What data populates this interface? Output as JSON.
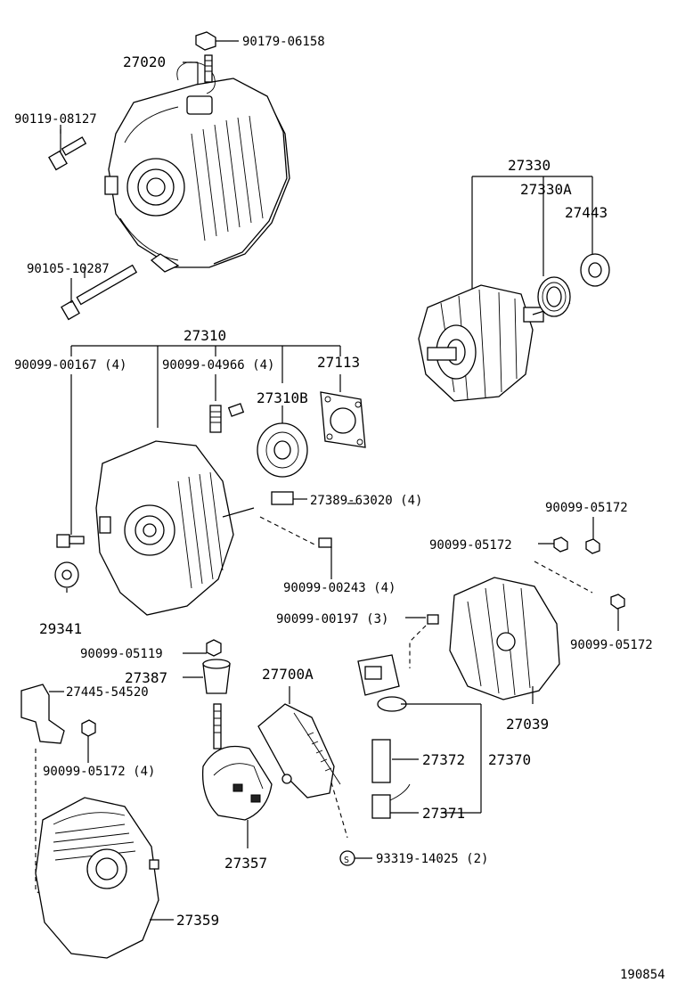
{
  "labels": {
    "nut_top": "90179-06158",
    "alternator_assy": "27020",
    "bolt_upper": "90119-08127",
    "bolt_long": "90105-10287",
    "frame_assy": "27310",
    "screw_4": "90099-00167 (4)",
    "stud_4": "90099-04966 (4)",
    "retainer": "27113",
    "bearing": "27310B",
    "washer": "29341",
    "rotor_assy": "27330",
    "rotor_bearing": "27330A",
    "bearing_cover": "27443",
    "terminal_insulator": "27389-63020 (4)",
    "screw_00243": "90099-00243 (4)",
    "nut_05172_a": "90099-05172",
    "nut_05172_b": "90099-05172",
    "nut_05172_c": "90099-05172",
    "screw_00197": "90099-00197 (3)",
    "nut_05119": "90099-05119",
    "insulator": "27387",
    "plate": "27445-54520",
    "nut_05172_4": "90099-05172 (4)",
    "regulator": "27700A",
    "rear_cover": "27039",
    "spring": "27372",
    "brush_holder": "27370",
    "brush": "27371",
    "rectifier": "27357",
    "screw_93319": "93319-14025 (2)",
    "end_cover": "27359",
    "diagram_number": "190854"
  }
}
